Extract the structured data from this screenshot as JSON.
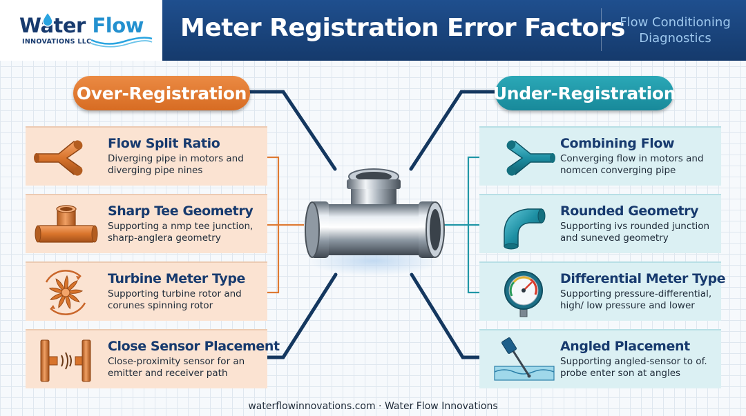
{
  "brand": {
    "logo_word1": "Water",
    "logo_word2": "Flow",
    "logo_sub": "INNOVATIONS LLC"
  },
  "header": {
    "title": "Meter Registration Error Factors",
    "subtitle_line1": "Flow Conditioning",
    "subtitle_line2": "Diagnostics"
  },
  "over": {
    "label": "Over-Registration",
    "color": "#e07a32",
    "items": [
      {
        "title": "Flow Split Ratio",
        "desc": "Diverging pipe in motors and diverging pipe nines",
        "icon": "y-pipe-diverging-icon"
      },
      {
        "title": "Sharp Tee Geometry",
        "desc": "Supporting a nmp tee junction, sharp-anglera geometry",
        "icon": "tee-pipe-icon"
      },
      {
        "title": "Turbine Meter Type",
        "desc": "Supporting turbine rotor and corunes spinning rotor",
        "icon": "turbine-rotor-icon"
      },
      {
        "title": "Close Sensor Placement",
        "desc": "Close-proximity sensor for an emitter and receiver path",
        "icon": "proximity-sensor-icon"
      }
    ]
  },
  "under": {
    "label": "Under-Registration",
    "color": "#1f96a6",
    "items": [
      {
        "title": "Combining Flow",
        "desc": "Converging flow in motors and nomcen converging pipe",
        "icon": "y-pipe-converging-icon"
      },
      {
        "title": "Rounded Geometry",
        "desc": "Supporting ivs rounded junction and suneved geometry",
        "icon": "elbow-pipe-icon"
      },
      {
        "title": "Differential Meter Type",
        "desc": "Supporting pressure-differential, high/ low pressure and lower",
        "icon": "pressure-gauge-icon"
      },
      {
        "title": "Angled Placement",
        "desc": "Supporting angled-sensor to of. probe enter son at angles",
        "icon": "angled-probe-icon"
      }
    ]
  },
  "footer": {
    "text": "waterflowinnovations.com · Water Flow Innovations"
  }
}
